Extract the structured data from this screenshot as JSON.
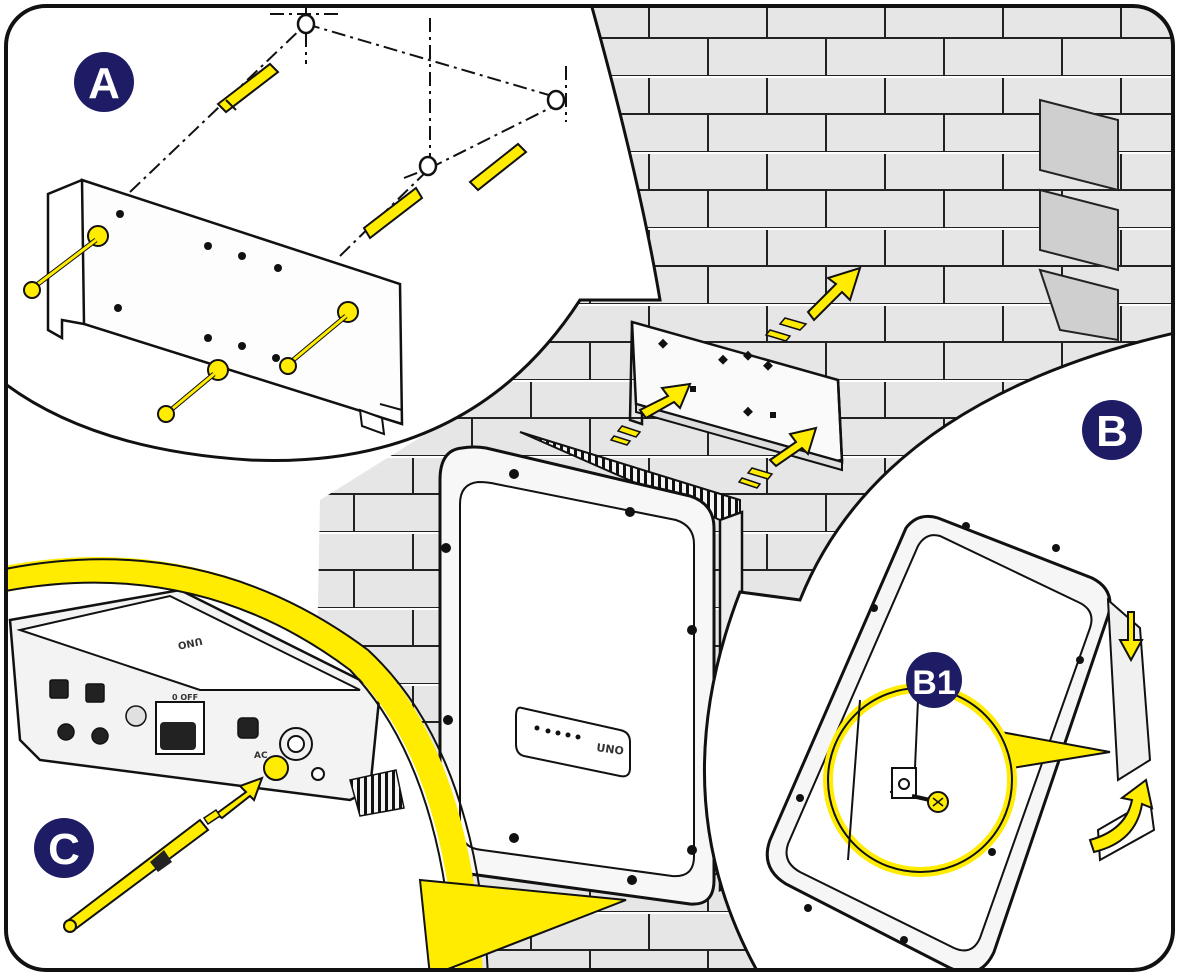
{
  "badges": {
    "a": "A",
    "b": "B",
    "b1": "B1",
    "c": "C"
  },
  "device": {
    "brand": "UNO",
    "panel_brand": "UNO",
    "switch_label": "0 OFF",
    "ac_label": "AC"
  },
  "colors": {
    "badge_fill": "#1f1c66",
    "highlight_yellow": "#ffec00",
    "brick_fill": "#e4e4e4",
    "outline": "#111111"
  },
  "icons": {
    "arrow": "yellow-arrow-icon",
    "screw": "screw-icon",
    "anchor": "wall-plug-icon"
  }
}
